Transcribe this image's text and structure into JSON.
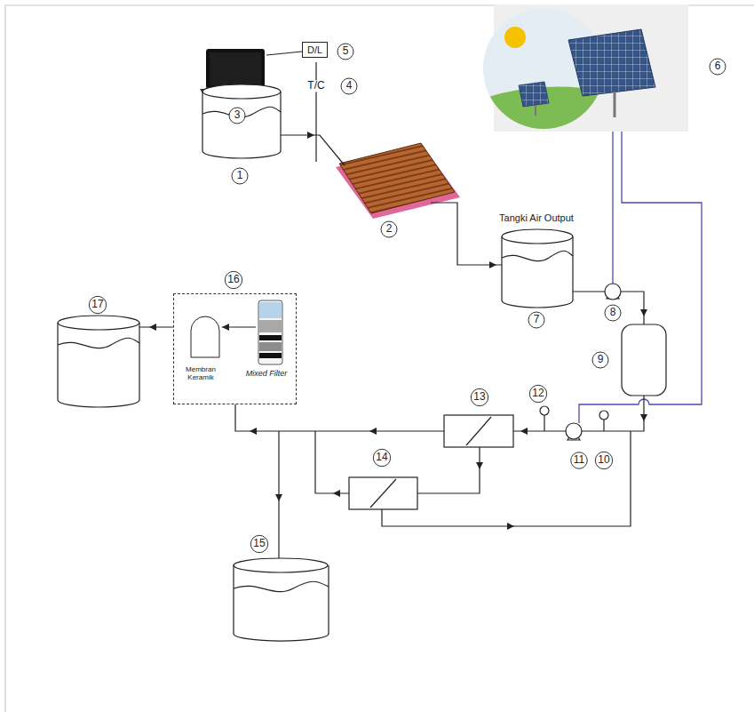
{
  "diagram": {
    "nodes": [
      {
        "text": [
          "D/L"
        ]
      },
      {
        "text": [
          "Membran Keramik",
          "Mixed Filter"
        ]
      }
    ],
    "labels": [
      "3",
      "5",
      "T/C",
      "4",
      "6",
      "1",
      "2",
      "Tangki Air Output",
      "7",
      "8",
      "9",
      "12",
      "13",
      "11",
      "10",
      "14",
      "16",
      "17",
      "15"
    ]
  }
}
